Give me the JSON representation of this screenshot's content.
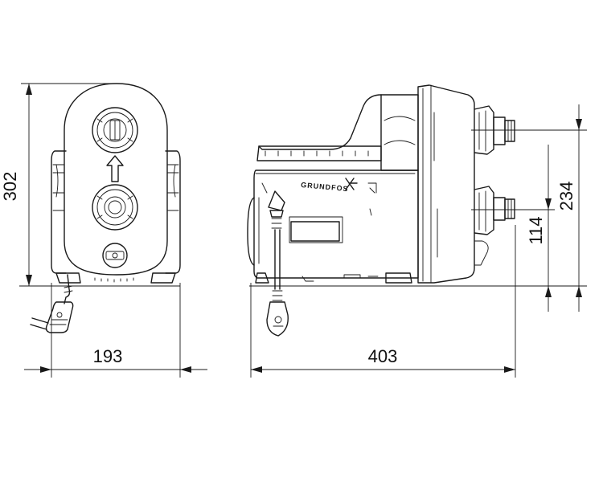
{
  "dimensions": {
    "front_width": "193",
    "front_height": "302",
    "side_length": "403",
    "side_outlet_height": "234",
    "side_inlet_height": "114"
  },
  "brand_label": "GRUNDFOS",
  "colors": {
    "line": "#1a1a1a",
    "background": "#ffffff"
  }
}
